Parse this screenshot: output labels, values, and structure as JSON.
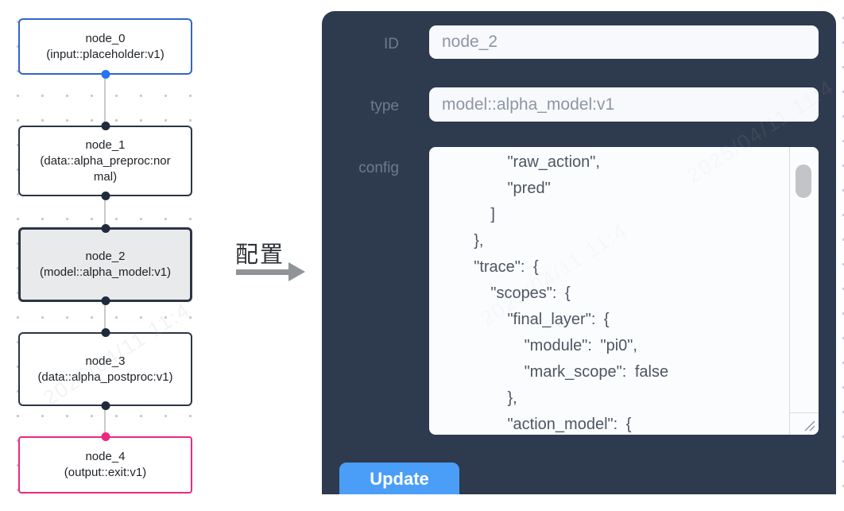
{
  "pipeline": {
    "nodes": [
      {
        "title": "node_0",
        "subtitle": "(input::placeholder:v1)"
      },
      {
        "title": "node_1",
        "subtitle": "(data::alpha_preproc:normal)"
      },
      {
        "title": "node_2",
        "subtitle": "(model::alpha_model:v1)"
      },
      {
        "title": "node_3",
        "subtitle": "(data::alpha_postproc:v1)"
      },
      {
        "title": "node_4",
        "subtitle": "(output::exit:v1)"
      }
    ]
  },
  "annotation": {
    "label": "配置"
  },
  "panel": {
    "id_label": "ID",
    "id_value": "node_2",
    "type_label": "type",
    "type_value": "model::alpha_model:v1",
    "config_label": "config",
    "config_text": "        \"raw_action\",\n        \"pred\"\n      ]\n    },\n    \"trace\": {\n      \"scopes\": {\n        \"final_layer\": {\n          \"module\": \"pi0\",\n          \"mark_scope\": false\n        },\n        \"action_model\": {",
    "update_label": "Update"
  },
  "watermark": {
    "text": "2025/04/11 11:4"
  },
  "colors": {
    "panel_bg": "#2e3a4d",
    "button_blue": "#4a9ef7",
    "input_node_border": "#3365c8",
    "output_node_border": "#ea2a7f",
    "default_node_border": "#2b3545",
    "selected_node_bg": "#e9eaeb",
    "port_blue": "#2574f0",
    "port_pink": "#f0267f",
    "port_dark": "#1f2a3a",
    "edge_gray": "#c9c9c9",
    "field_bg": "#f7f9fc",
    "field_text": "#8e96a4",
    "label_text": "#6e7a8e",
    "config_text": "#4d5663"
  }
}
